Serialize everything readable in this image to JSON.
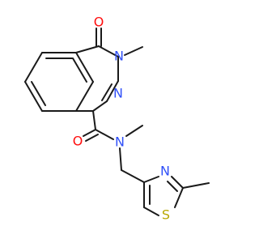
{
  "molecule": {
    "atoms": {
      "o_carbonyl_top": {
        "symbol": "O",
        "color": "#ff0d0d"
      },
      "n_ring_methyl": {
        "symbol": "N",
        "color": "#3050f8"
      },
      "n_ring": {
        "symbol": "N",
        "color": "#3050f8"
      },
      "o_amide": {
        "symbol": "O",
        "color": "#ff0d0d"
      },
      "n_amide": {
        "symbol": "N",
        "color": "#3050f8"
      },
      "n_thiazole": {
        "symbol": "N",
        "color": "#3050f8"
      },
      "s_thiazole": {
        "symbol": "S",
        "color": "#b8a800"
      }
    },
    "bond_color": "#1a1a1a"
  }
}
